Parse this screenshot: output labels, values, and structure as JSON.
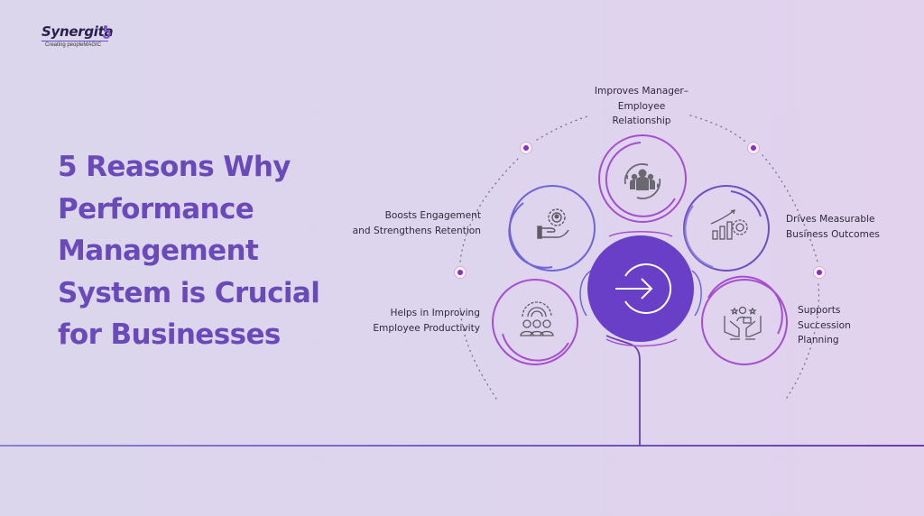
{
  "brand": {
    "name": "Synergita",
    "tagline": "Creating peopleMAGIC"
  },
  "title": {
    "lines": [
      "5 Reasons Why",
      "Performance",
      "Management",
      "System is Crucial",
      "for Businesses"
    ]
  },
  "center": {
    "icon": "arrow-right-circle-icon",
    "fill_color": "#6a3fc8"
  },
  "reasons": [
    {
      "id": "manager-employee",
      "label_lines": [
        "Improves Manager–",
        "Employee",
        "Relationship"
      ],
      "icon": "team-refresh-icon"
    },
    {
      "id": "measurable-outcomes",
      "label_lines": [
        "Drives Measurable",
        "Business Outcomes"
      ],
      "icon": "growth-chart-gear-icon"
    },
    {
      "id": "succession-planning",
      "label_lines": [
        "Supports",
        "Succession",
        "Planning"
      ],
      "icon": "hands-employee-icon"
    },
    {
      "id": "employee-productivity",
      "label_lines": [
        "Helps in Improving",
        "Employee Productivity"
      ],
      "icon": "team-gear-icon"
    },
    {
      "id": "engagement-retention",
      "label_lines": [
        "Boosts Engagement",
        "and Strengthens Retention"
      ],
      "icon": "hand-gear-person-icon"
    }
  ],
  "colors": {
    "title": "#6a4ab8",
    "accent_purple": "#6a3fc8",
    "ring_magenta": "#a54fd0",
    "ring_violet": "#6f64d8",
    "baseline": "#7a66cc",
    "icon_gray": "#5e5a66"
  }
}
